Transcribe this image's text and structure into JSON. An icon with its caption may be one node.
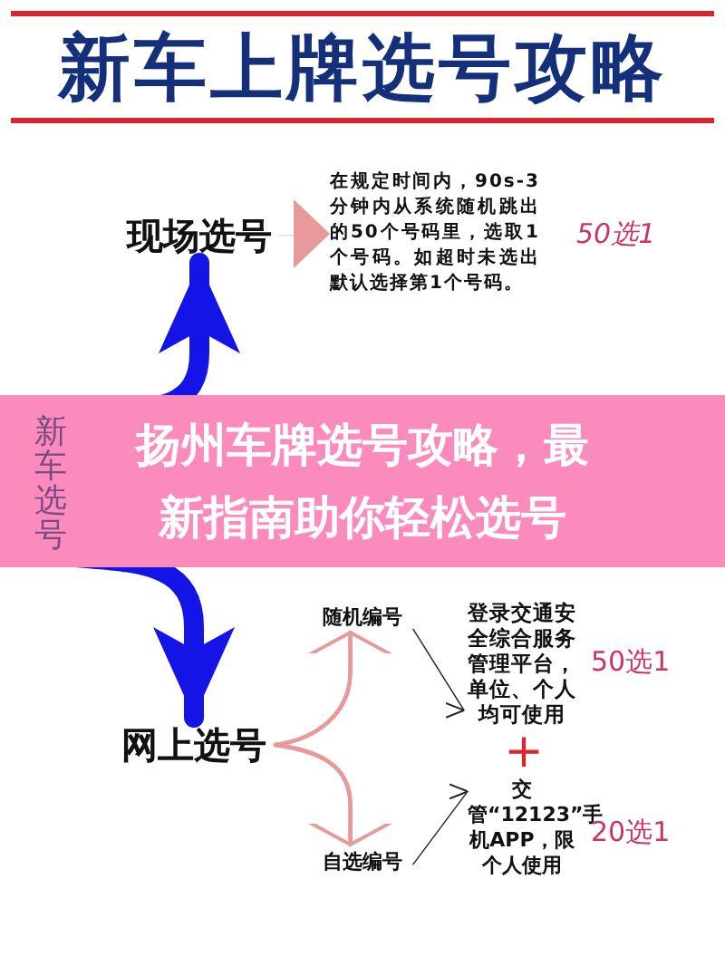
{
  "diagram": {
    "title": "新车上牌选号攻略",
    "nodes": [
      {
        "text": [
          "新车选号"
        ]
      },
      {
        "text": [
          "现场选号"
        ]
      },
      {
        "text": [
          "网上选号"
        ]
      },
      {
        "text": [
          "在规定时间内，90s-3分钟内从系统随机跳出的50个号码里，选取1个号码。如超时未选出默认选择第1个号码。"
        ],
        "beside": [
          "50选1"
        ]
      },
      {
        "text": [
          "随机编号"
        ]
      },
      {
        "text": [
          "自选编号"
        ]
      },
      {
        "text": [
          "登录交通安全综合服务管理平台，单位、个人均可使用"
        ],
        "beside": [
          "50选1"
        ]
      },
      {
        "text": [
          "交管“12123”手机APP，限个人使用"
        ],
        "beside": [
          "20选1"
        ]
      }
    ],
    "edges": [
      {
        "from": 0,
        "to": 1,
        "arrow": "to",
        "style": "thick",
        "color": "#1414e6"
      },
      {
        "from": 0,
        "to": 2,
        "arrow": "to",
        "style": "thick",
        "color": "#1414e6"
      },
      {
        "from": 1,
        "to": 3,
        "arrow": "to",
        "color": "#e89a9a"
      },
      {
        "from": 2,
        "to": 4,
        "arrow": "to",
        "color": "#e89a9a"
      },
      {
        "from": 2,
        "to": 5,
        "arrow": "to",
        "color": "#e89a9a"
      },
      {
        "from": 4,
        "to": 6,
        "arrow": "to",
        "color": "#222222"
      },
      {
        "from": 5,
        "to": 7,
        "arrow": "to",
        "color": "#222222"
      }
    ],
    "labels": [
      "扬州车牌选号攻略，最新指南助你轻松选号",
      "+"
    ]
  }
}
